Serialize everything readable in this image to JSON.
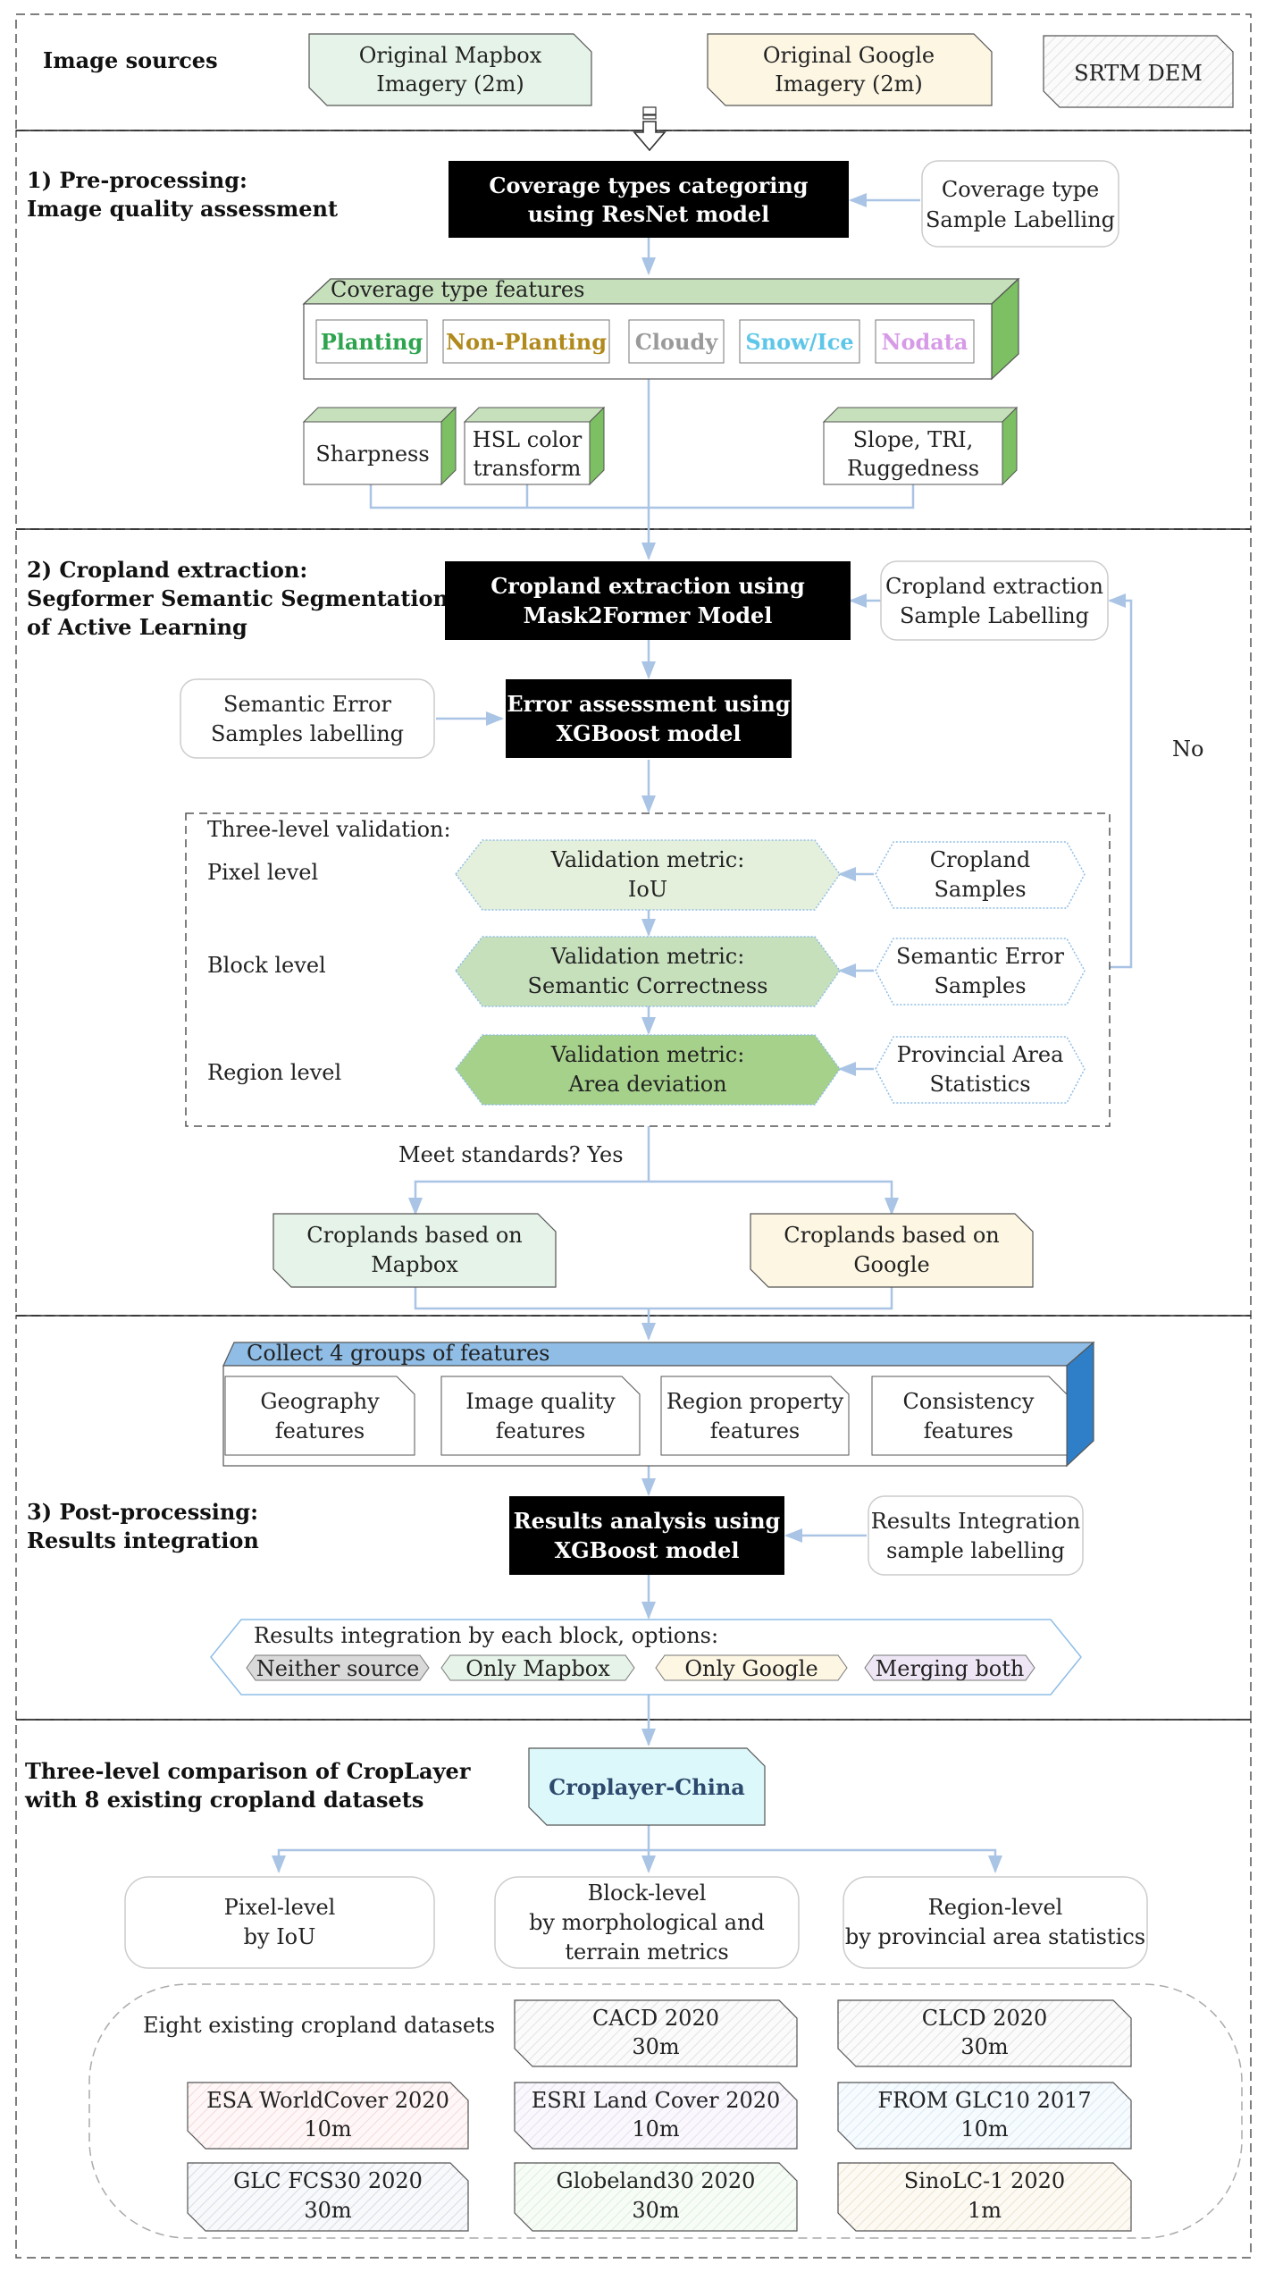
{
  "colors": {
    "arrow": "#a9c4e4",
    "mapbox_fill": "#e6f3e8",
    "google_fill": "#fcf6e3",
    "green_light": "#e4f0dc",
    "green_mid": "#c6e0bc",
    "green_dark": "#a6d18a",
    "blue_band": "#8fbde6",
    "cyan_box": "#ddf8fa",
    "planting": "#2ea44f",
    "non_planting": "#b08a1c",
    "cloudy": "#9a9a9a",
    "snow": "#5ec6e8",
    "nodata": "#d79ae6"
  },
  "sources": {
    "heading": "Image sources",
    "mapbox": [
      "Original Mapbox",
      "Imagery (2m)"
    ],
    "google": [
      "Original Google",
      "Imagery (2m)"
    ],
    "srtm": "SRTM DEM"
  },
  "preprocess": {
    "heading": [
      "1) Pre-processing:",
      "Image quality assessment"
    ],
    "main_box": [
      "Coverage types categoring",
      "using ResNet model"
    ],
    "labelling": [
      "Coverage type",
      "Sample Labelling"
    ],
    "features_title": "Coverage type features",
    "types": [
      "Planting",
      "Non-Planting",
      "Cloudy",
      "Snow/Ice",
      "Nodata"
    ],
    "sharpness": "Sharpness",
    "hsl": [
      "HSL color",
      "transform"
    ],
    "slope": [
      "Slope, TRI,",
      "Ruggedness"
    ]
  },
  "extraction": {
    "heading": [
      "2) Cropland extraction:",
      "Segformer Semantic Segmentation",
      "of Active Learning"
    ],
    "main_box": [
      "Cropland extraction using",
      "Mask2Former Model"
    ],
    "labelling": [
      "Cropland extraction",
      "Sample Labelling"
    ],
    "semantic_labelling": [
      "Semantic Error",
      "Samples labelling"
    ],
    "error_box": [
      "Error assessment using",
      "XGBoost model"
    ],
    "no_label": "No",
    "validation_title": "Three-level validation:",
    "levels": [
      "Pixel level",
      "Block level",
      "Region level"
    ],
    "metrics": [
      [
        "Validation metric:",
        "IoU"
      ],
      [
        "Validation metric:",
        "Semantic Correctness"
      ],
      [
        "Validation metric:",
        "Area deviation"
      ]
    ],
    "samples": [
      [
        "Cropland",
        "Samples"
      ],
      [
        "Semantic Error",
        "Samples"
      ],
      [
        "Provincial Area",
        "Statistics"
      ]
    ],
    "meet": "Meet standards?  Yes",
    "mapbox_out": [
      "Croplands based on",
      "Mapbox"
    ],
    "google_out": [
      "Croplands based on",
      "Google"
    ]
  },
  "postprocess": {
    "collect_title": "Collect 4 groups of features",
    "features": [
      [
        "Geography",
        "features"
      ],
      [
        "Image quality",
        "features"
      ],
      [
        "Region property",
        "features"
      ],
      [
        "Consistency",
        "features"
      ]
    ],
    "heading": [
      "3) Post-processing:",
      "Results integration"
    ],
    "main_box": [
      "Results analysis using",
      "XGBoost model"
    ],
    "labelling": [
      "Results Integration",
      "sample labelling"
    ],
    "options_title": "Results integration by each block, options:",
    "options": [
      "Neither source",
      "Only Mapbox",
      "Only Google",
      "Merging both"
    ]
  },
  "comparison": {
    "heading": [
      "Three-level comparison of CropLayer",
      "with 8 existing cropland datasets"
    ],
    "product": "Croplayer-China",
    "levels": [
      [
        "Pixel-level",
        "by IoU"
      ],
      [
        "Block-level",
        "by morphological and",
        "terrain metrics"
      ],
      [
        "Region-level",
        "by provincial area statistics"
      ]
    ],
    "datasets_title": "Eight existing cropland datasets",
    "datasets": [
      [
        "CACD 2020",
        "30m"
      ],
      [
        "CLCD 2020",
        "30m"
      ],
      [
        "ESA WorldCover 2020",
        "10m"
      ],
      [
        "ESRI Land Cover 2020",
        "10m"
      ],
      [
        "FROM GLC10 2017",
        "10m"
      ],
      [
        "GLC FCS30 2020",
        "30m"
      ],
      [
        "Globeland30 2020",
        "30m"
      ],
      [
        "SinoLC-1 2020",
        "1m"
      ]
    ]
  }
}
